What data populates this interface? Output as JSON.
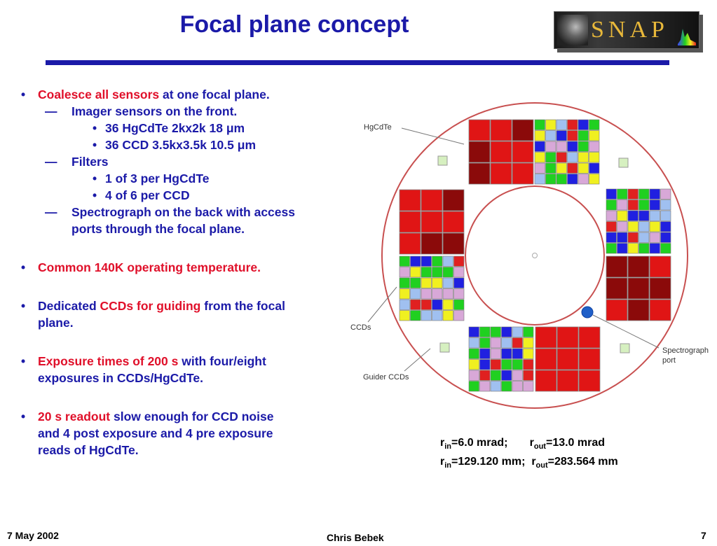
{
  "slide": {
    "title": "Focal plane concept",
    "logo_text": "SNAP"
  },
  "bullets": {
    "b1_red": "Coalesce all sensors",
    "b1_rest": " at one focal plane.",
    "b1_sub1": "Imager sensors on the front.",
    "b1_sub1_item1": "36 HgCdTe 2kx2k 18 μm",
    "b1_sub1_item2": "36 CCD 3.5kx3.5k 10.5 μm",
    "b1_sub2": "Filters",
    "b1_sub2_item1": "1 of 3 per HgCdTe",
    "b1_sub2_item2": "4 of 6 per CCD",
    "b1_sub3_line1": "Spectrograph on the back with access",
    "b1_sub3_line2": "ports through the focal plane.",
    "b2_red": "Common 140K operating temperature",
    "b2_rest": ".",
    "b3_pre": "Dedicated ",
    "b3_red": "CCDs for guiding",
    "b3_rest": " from the focal",
    "b3_line2": "plane.",
    "b4_red": "Exposure times of 200 s",
    "b4_rest": " with four/eight",
    "b4_line2": "exposures in CCDs/HgCdTe.",
    "b5_red": "20 s readout",
    "b5_rest": " slow enough for CCD noise",
    "b5_line2": "and 4 post exposure and 4 pre exposure",
    "b5_line3": "reads of HgCdTe."
  },
  "diagram": {
    "label_hgcdte": "HgCdTe",
    "label_ccds": "CCDs",
    "label_guider": "Guider CCDs",
    "label_spectro_1": "Spectrograph",
    "label_spectro_2": "port",
    "colors": {
      "ring": "#c85050",
      "hg_dark": "#8b0a0a",
      "hg_red": "#e01515",
      "guider": "#d6f0c0",
      "port": "#1f5fc8"
    },
    "ccd_palette": [
      "#2020e0",
      "#f0f020",
      "#20d020",
      "#e02020",
      "#a0c0f0",
      "#d8a8d8"
    ]
  },
  "radii": {
    "r": "r",
    "in": "in",
    "out": "out",
    "l1_a": "=6.0 mrad;",
    "l1_b": "=13.0 mrad",
    "l2_a": "=129.120 mm;",
    "l2_b": "=283.564 mm"
  },
  "footer": {
    "date": "7 May 2002",
    "author": "Chris Bebek",
    "page": "7"
  }
}
